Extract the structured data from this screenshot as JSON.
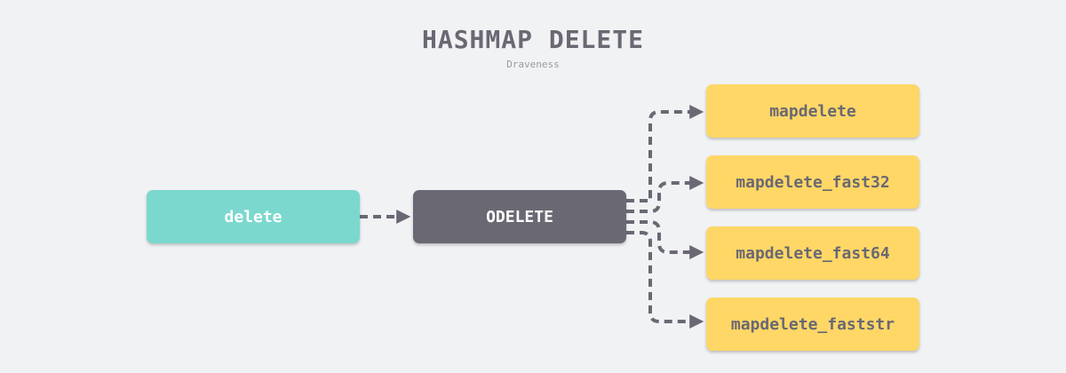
{
  "diagram": {
    "title": "HASHMAP DELETE",
    "author": "Draveness",
    "source_node": {
      "label": "delete",
      "color": "#7bd8ce"
    },
    "op_node": {
      "label": "ODELETE",
      "color": "#6a6873"
    },
    "targets": [
      {
        "label": "mapdelete"
      },
      {
        "label": "mapdelete_fast32"
      },
      {
        "label": "mapdelete_fast64"
      },
      {
        "label": "mapdelete_faststr"
      }
    ],
    "target_color": "#fed766",
    "edge_color": "#6a6873",
    "edges": [
      [
        "delete",
        "ODELETE"
      ],
      [
        "ODELETE",
        "mapdelete"
      ],
      [
        "ODELETE",
        "mapdelete_fast32"
      ],
      [
        "ODELETE",
        "mapdelete_fast64"
      ],
      [
        "ODELETE",
        "mapdelete_faststr"
      ]
    ]
  }
}
